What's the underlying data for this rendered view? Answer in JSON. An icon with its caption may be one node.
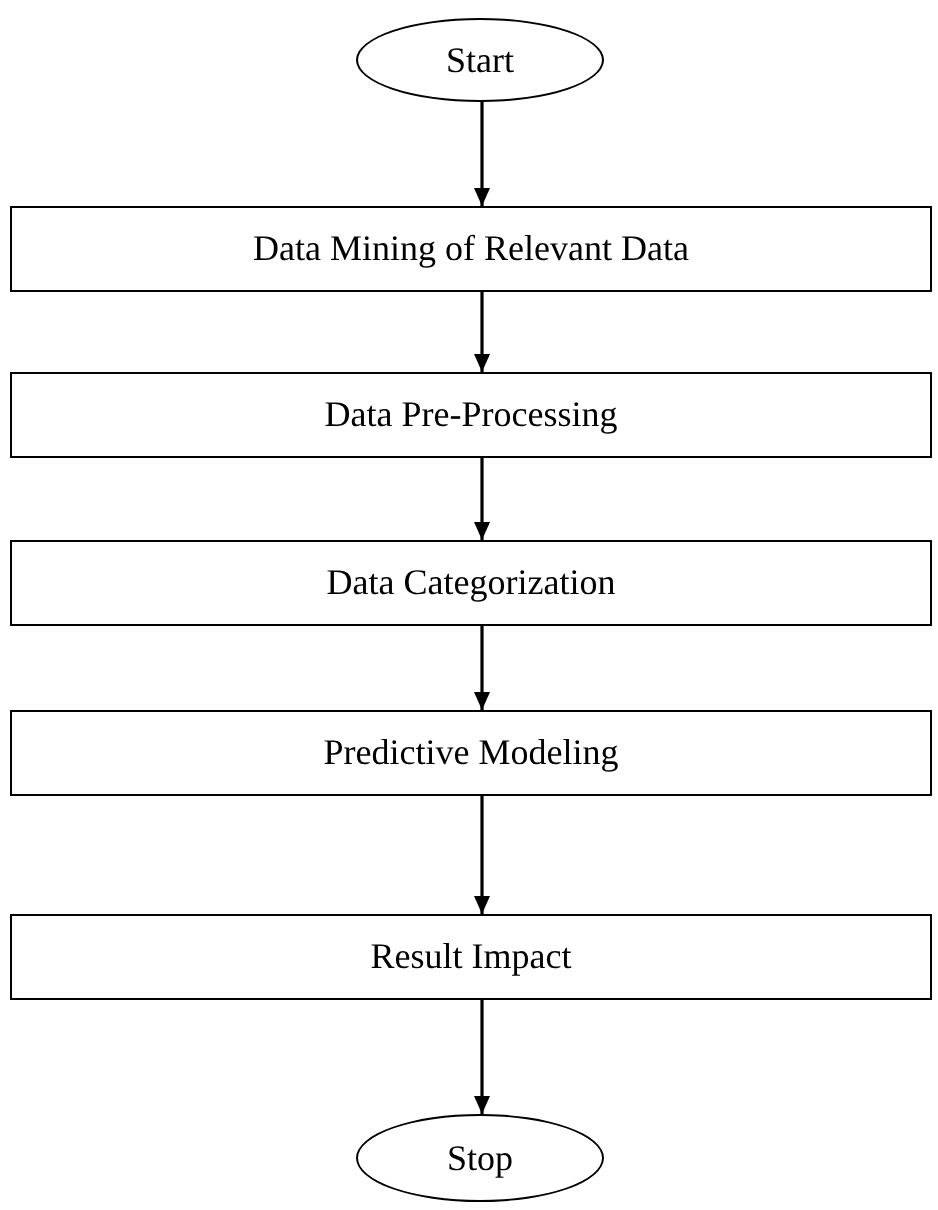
{
  "diagram": {
    "nodes": [
      {
        "text": [
          "Start"
        ]
      },
      {
        "text": [
          "Data Mining of Relevant Data"
        ]
      },
      {
        "text": [
          "Data Pre-Processing"
        ]
      },
      {
        "text": [
          "Data Categorization"
        ]
      },
      {
        "text": [
          "Predictive Modeling"
        ]
      },
      {
        "text": [
          "Result Impact"
        ]
      },
      {
        "text": [
          "Stop"
        ]
      }
    ],
    "edges": [
      {
        "from": 0,
        "to": 1,
        "arrow": "to"
      },
      {
        "from": 1,
        "to": 2,
        "arrow": "to"
      },
      {
        "from": 2,
        "to": 3,
        "arrow": "to"
      },
      {
        "from": 3,
        "to": 4,
        "arrow": "to"
      },
      {
        "from": 4,
        "to": 5,
        "arrow": "to"
      },
      {
        "from": 5,
        "to": 6,
        "arrow": "to"
      }
    ]
  }
}
